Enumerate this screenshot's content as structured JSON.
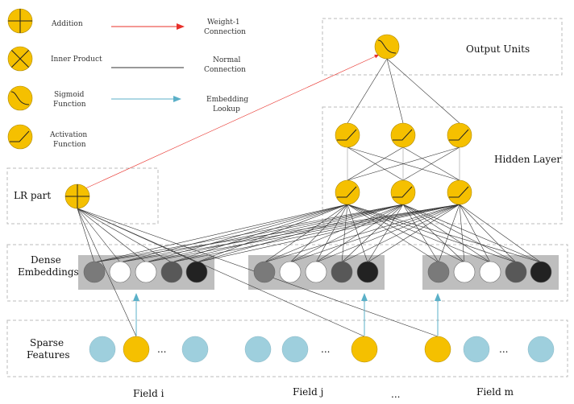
{
  "legend": {
    "addition": "Addition",
    "inner_product": "Inner Product",
    "sigmoid_line1": "Sigmoid",
    "sigmoid_line2": "Function",
    "activation_line1": "Activation",
    "activation_line2": "Function",
    "weight1_line1": "Weight-1",
    "weight1_line2": "Connection",
    "normal_line1": "Normal",
    "normal_line2": "Connection",
    "embedding_line1": "Embedding",
    "embedding_line2": "Lookup"
  },
  "boxes": {
    "output_units": "Output Units",
    "hidden_layer": "Hidden Layer",
    "lr_part": "LR part",
    "dense_line1": "Dense",
    "dense_line2": "Embeddings",
    "sparse_line1": "Sparse",
    "sparse_line2": "Features"
  },
  "fields": {
    "field_i": "Field i",
    "field_j": "Field j",
    "ellipsis": "...",
    "field_m": "Field m"
  },
  "dots": "...",
  "colors": {
    "node_orange": "#F5C000",
    "sparse_blue": "#9ECFDD",
    "weight1_red": "#E8302A",
    "lookup_cyan": "#5BB0C8",
    "embed_panel": "#BEBEBE"
  }
}
